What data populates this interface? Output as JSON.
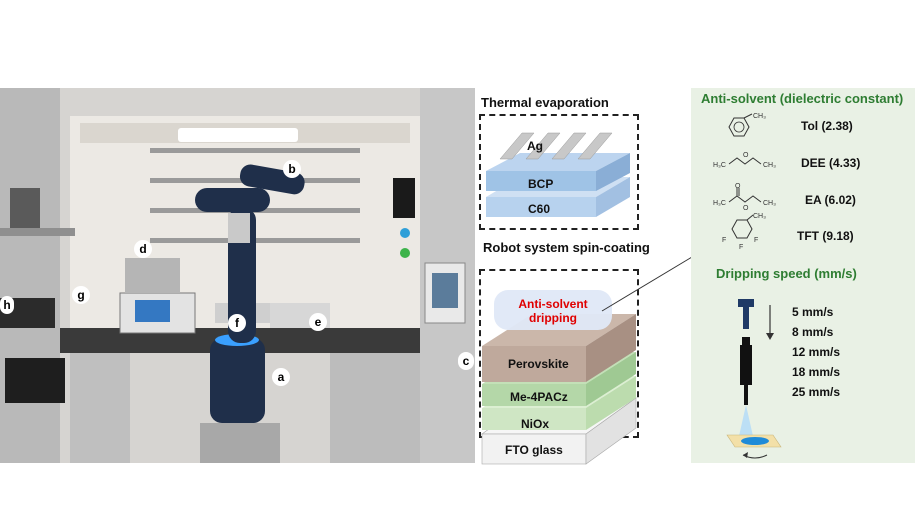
{
  "photo": {
    "labels": [
      "a",
      "b",
      "c",
      "d",
      "e",
      "f",
      "g",
      "h"
    ]
  },
  "thermal": {
    "title": "Thermal evaporation",
    "layers": [
      "Ag",
      "BCP",
      "C60"
    ]
  },
  "spin": {
    "title": "Robot system spin-coating",
    "antisolvent_label": "Anti-solvent\ndripping",
    "layers": [
      "Perovskite",
      "Me-4PACz",
      "NiOx",
      "FTO glass"
    ]
  },
  "right": {
    "antisolvent_title": "Anti-solvent (dielectric constant)",
    "solvents": [
      {
        "name": "Tol (2.38)",
        "structure": "toluene-icon",
        "formula": ""
      },
      {
        "name": "DEE (4.33)",
        "structure": "diethyl-ether-icon",
        "formula": "H₃C O CH₃"
      },
      {
        "name": "EA (6.02)",
        "structure": "ethyl-acetate-icon",
        "formula": "H₃C O CH₃"
      },
      {
        "name": "TFT (9.18)",
        "structure": "trifluorotoluene-icon",
        "formula": "F F F CH₃"
      }
    ],
    "speed_title": "Dripping speed (mm/s)",
    "speeds": [
      "5 mm/s",
      "8 mm/s",
      "12 mm/s",
      "18 mm/s",
      "25 mm/s"
    ]
  },
  "colors": {
    "green_title": "#2e7d32",
    "red_label": "#e00000",
    "ag_layer": "#c8c8c8",
    "bcp_layer": "#9fc3e6",
    "c60_layer": "#b7d2ee",
    "perovskite": "#bfa99c",
    "me4pacz": "#b4d7a8",
    "niox": "#cfe6c4",
    "fto": "#f2f2f2",
    "panel_bg": "#e9f1e5",
    "robot_arm": "#1f2f4a"
  }
}
